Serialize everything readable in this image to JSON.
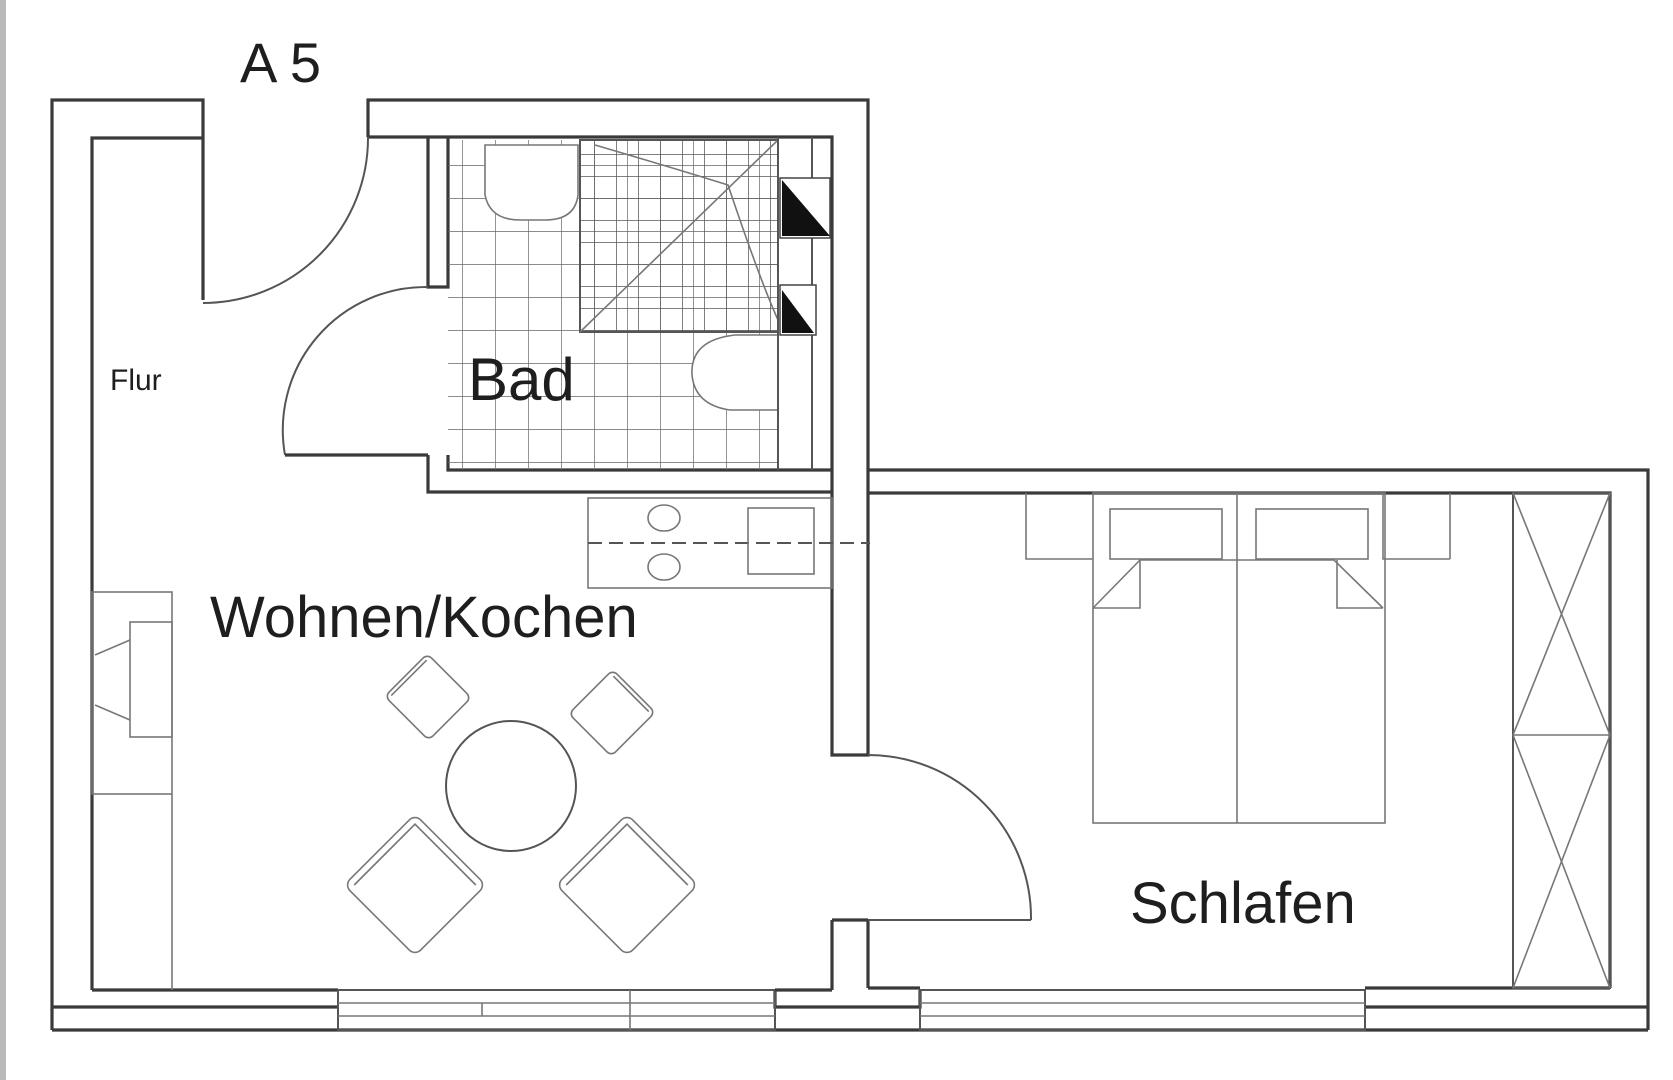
{
  "plan": {
    "unit_label": "A 5",
    "rooms": {
      "flur": "Flur",
      "bad": "Bad",
      "wohnen_kochen": "Wohnen/Kochen",
      "schlafen": "Schlafen"
    }
  },
  "colors": {
    "line": "#3a3a3a",
    "background": "#ffffff"
  }
}
